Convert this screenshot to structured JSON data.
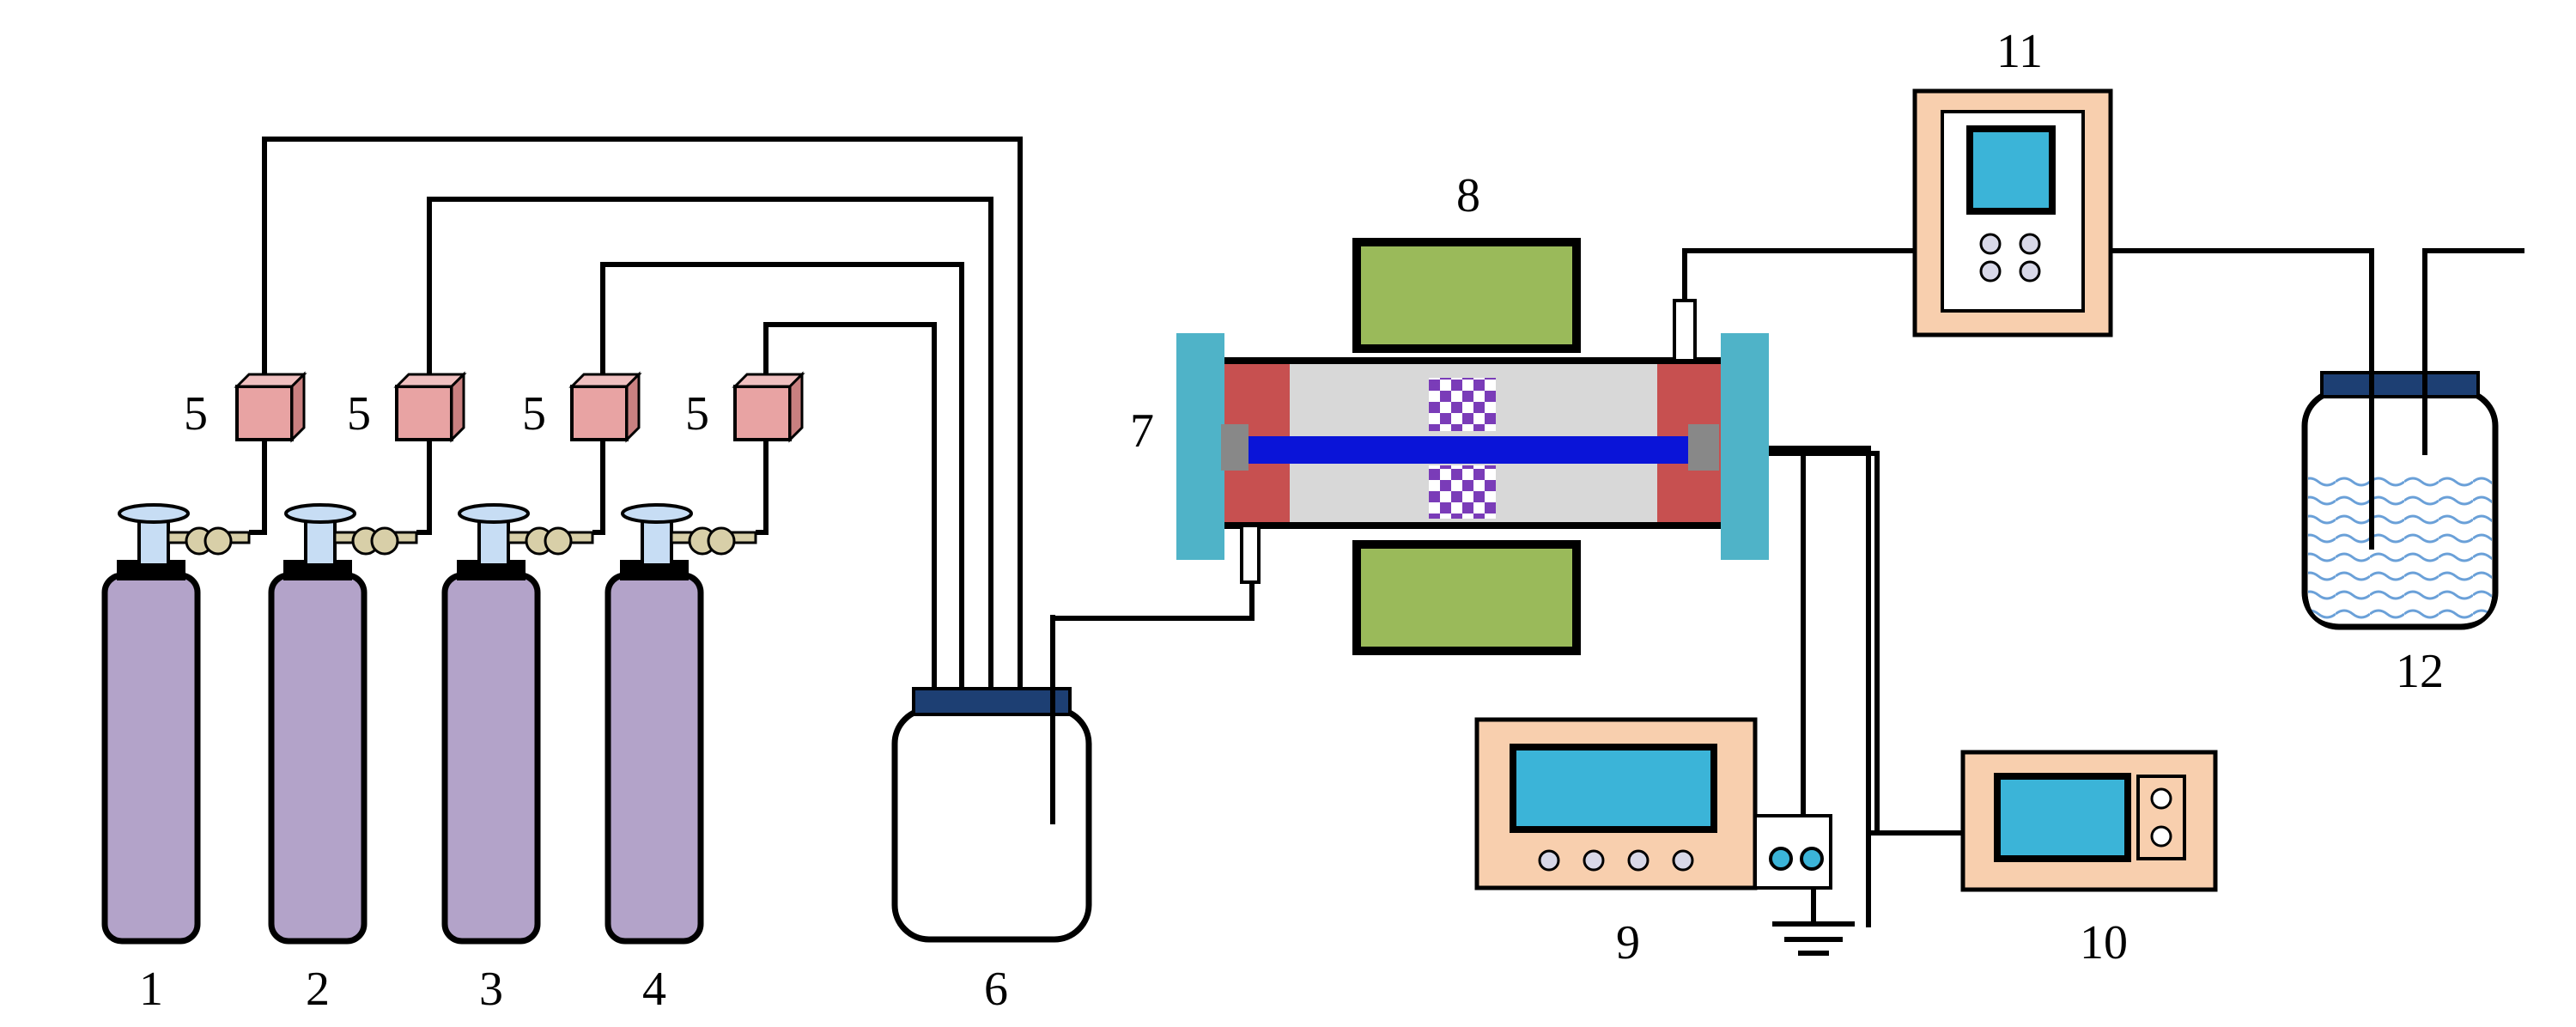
{
  "labels": {
    "cyl1": "1",
    "cyl2": "2",
    "cyl3": "3",
    "cyl4": "4",
    "mfc1": "5",
    "mfc2": "5",
    "mfc3": "5",
    "mfc4": "5",
    "mixer": "6",
    "reactor": "7",
    "magnet": "8",
    "power_supply": "9",
    "meter": "10",
    "analyzer": "11",
    "bottle": "12"
  },
  "colors": {
    "cylinder": "#b3a3c9",
    "mfc": "#e8a3a3",
    "magnet": "#9aba5a",
    "screen": "#3bb4d8",
    "panel": "#f8cfae",
    "flange": "#4fb3c8",
    "seal": "#c75050",
    "tube": "#d8d8d8",
    "electrode": "#0a14d8",
    "catalyst": "#7a3cb8",
    "water": "#b8d6f0",
    "lid": "#1d3f73"
  }
}
